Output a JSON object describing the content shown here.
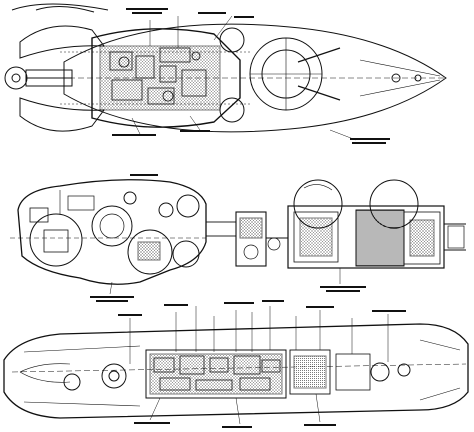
{
  "drawing": {
    "ink": "#111111",
    "paper": "#ffffff",
    "views": [
      {
        "id": "top-view",
        "label": ""
      },
      {
        "id": "bridge-and-superstructure-view",
        "label": ""
      },
      {
        "id": "side-profile-view",
        "label": ""
      }
    ],
    "callouts": [
      {
        "id": "callout-1",
        "text": ""
      },
      {
        "id": "callout-2",
        "text": ""
      }
    ]
  }
}
